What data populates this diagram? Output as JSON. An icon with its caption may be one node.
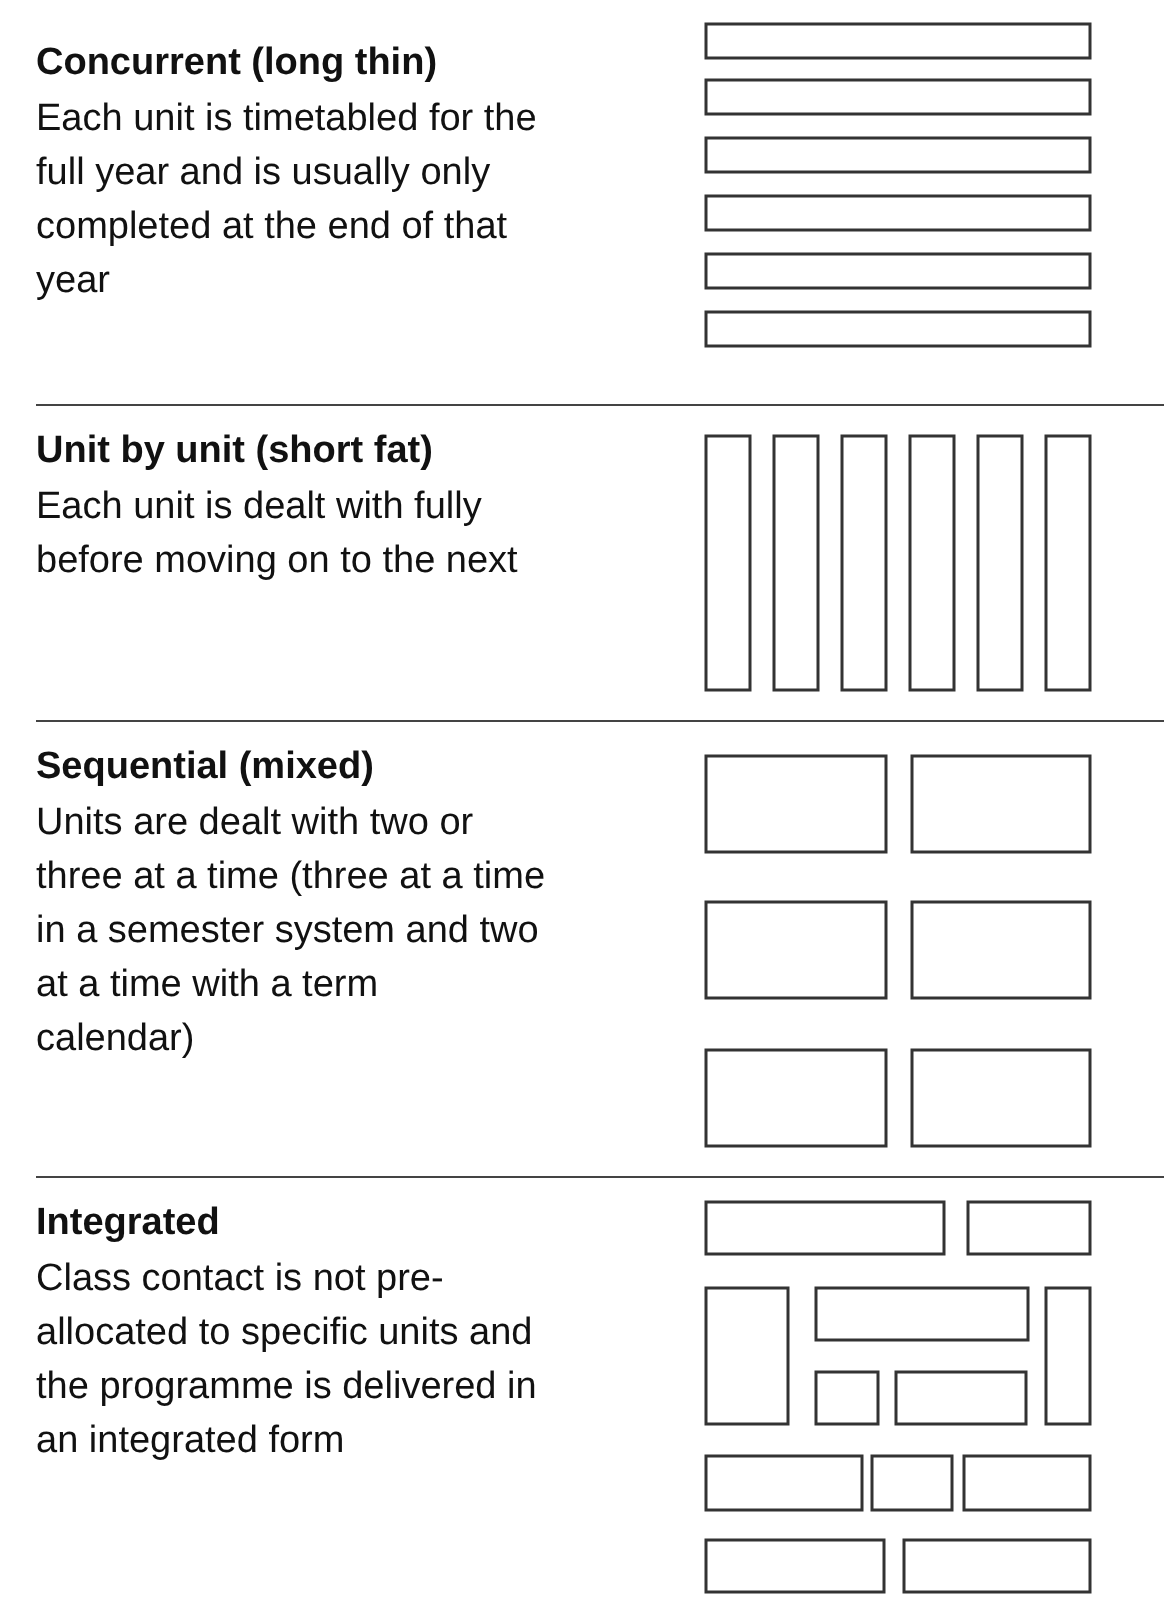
{
  "diagram": {
    "labels": [
      "Concurrent (long thin)",
      "Each unit is timetabled for the full year and is usually only completed at the end of that year",
      "Unit by unit (short fat)",
      "Each unit is dealt with fully before moving on to the next",
      "Sequential (mixed)",
      "Units are dealt with two or three at a time (three at a time in a semester system and two at a time with a term calendar)",
      "Integrated",
      "Class contact is not pre-allocated to specific units and the programme is delivered in an integrated form"
    ]
  }
}
